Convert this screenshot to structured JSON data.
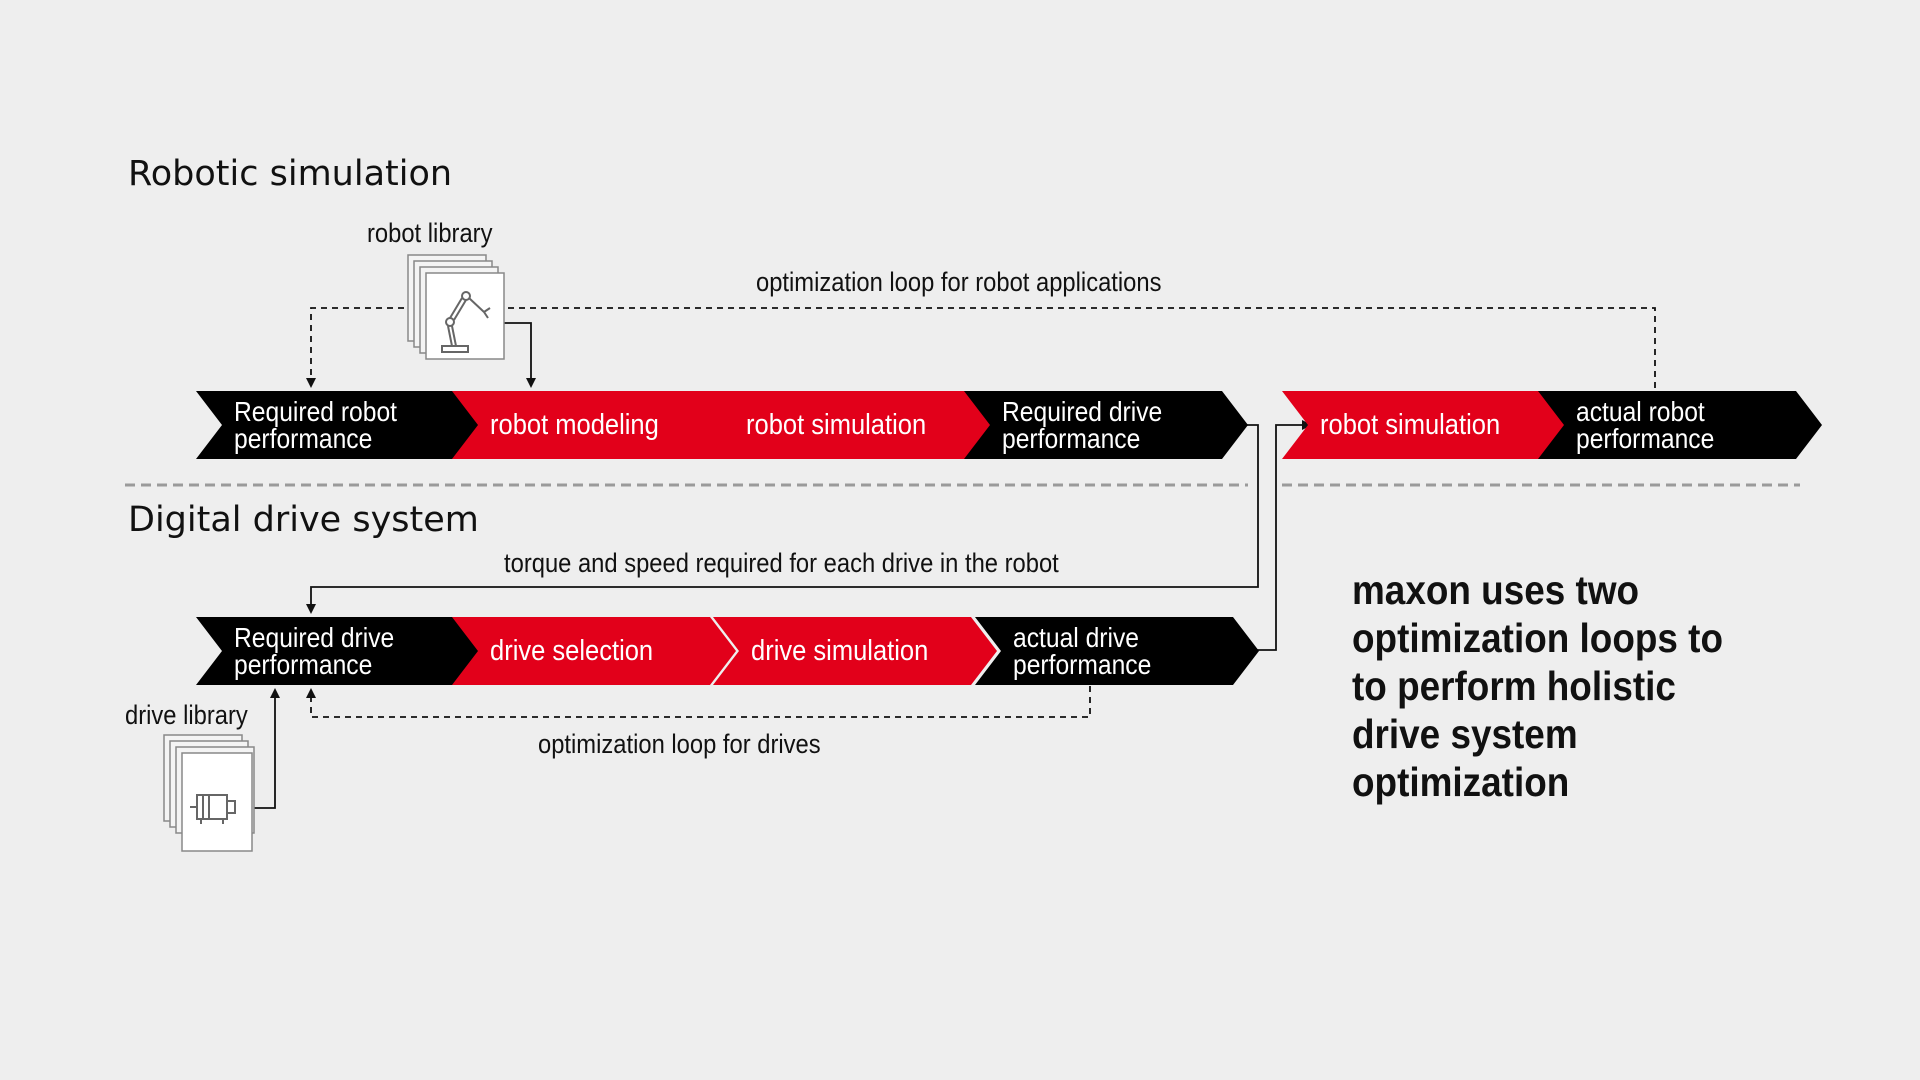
{
  "sections": {
    "robotic_title": "Robotic simulation",
    "drive_title": "Digital drive system"
  },
  "robot_row": [
    {
      "label": "Required robot performance",
      "color": "#000000"
    },
    {
      "label": "robot modeling",
      "color": "#e2001a"
    },
    {
      "label": "robot simulation",
      "color": "#e2001a"
    },
    {
      "label": "Required drive performance",
      "color": "#000000"
    },
    {
      "label": "robot simulation",
      "color": "#e2001a"
    },
    {
      "label": "actual robot performance",
      "color": "#000000"
    }
  ],
  "drive_row": [
    {
      "label": "Required drive performance",
      "color": "#000000"
    },
    {
      "label": "drive selection",
      "color": "#e2001a"
    },
    {
      "label": "drive simulation",
      "color": "#e2001a"
    },
    {
      "label": "actual drive performance",
      "color": "#000000"
    }
  ],
  "labels": {
    "robot_library": "robot library",
    "robot_loop": "optimization loop for robot applications",
    "torque_speed": "torque and speed required for each drive in the robot",
    "drive_library": "drive library",
    "drive_loop": "optimization loop for drives"
  },
  "icons": {
    "robot_library_icon": "robot-arm-document-stack",
    "drive_library_icon": "motor-document-stack"
  },
  "summary_text": "maxon uses two optimization loops to to perform holistic drive system optimization",
  "colors": {
    "background": "#eeeeee",
    "accent_red": "#e2001a",
    "black": "#000000",
    "divider": "#9a9a9a"
  }
}
